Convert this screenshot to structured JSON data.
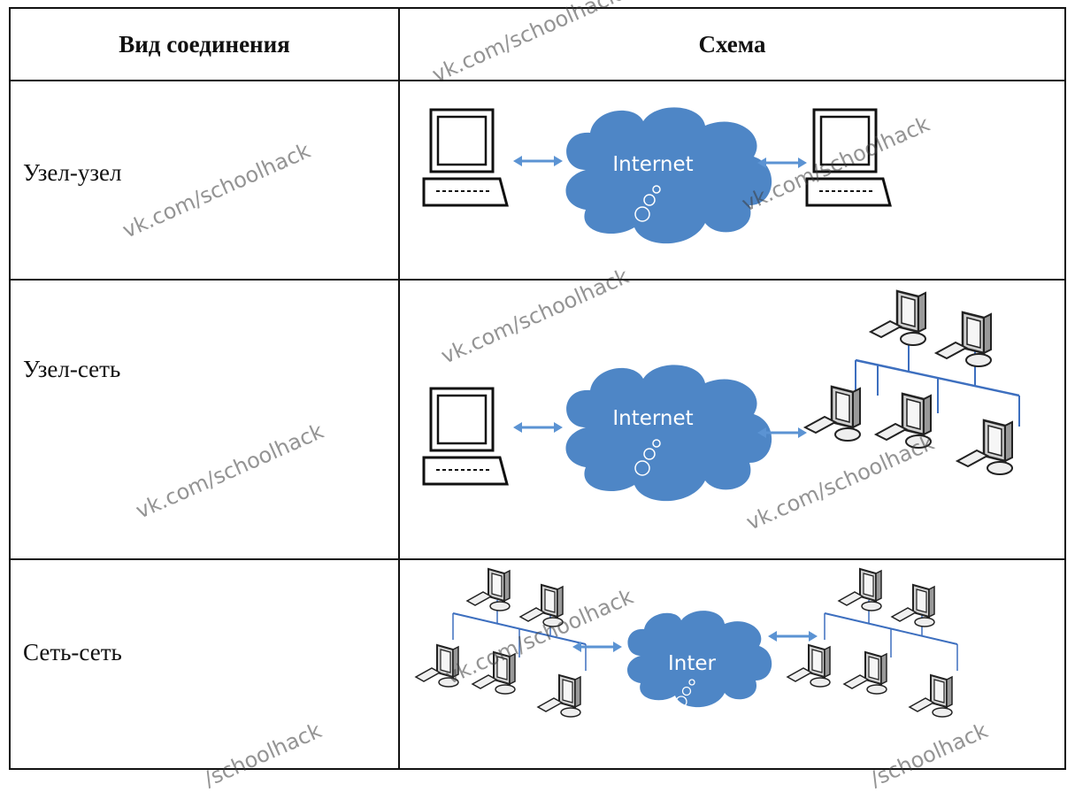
{
  "table": {
    "headers": [
      "Вид соединения",
      "Схема"
    ],
    "rows": [
      {
        "label": "Узел-узел",
        "cloud_label": "Internet"
      },
      {
        "label": "Узел-сеть",
        "cloud_label": "Internet"
      },
      {
        "label": "Сеть-сеть",
        "cloud_label": "Inter"
      }
    ]
  },
  "watermark": "vk.com/schoolhack",
  "watermark_partial": "/schoolhack",
  "colors": {
    "cloud": "#4e86c6",
    "arrow": "#5b93d3",
    "network_line": "#3d6fbf",
    "border": "#111111"
  }
}
